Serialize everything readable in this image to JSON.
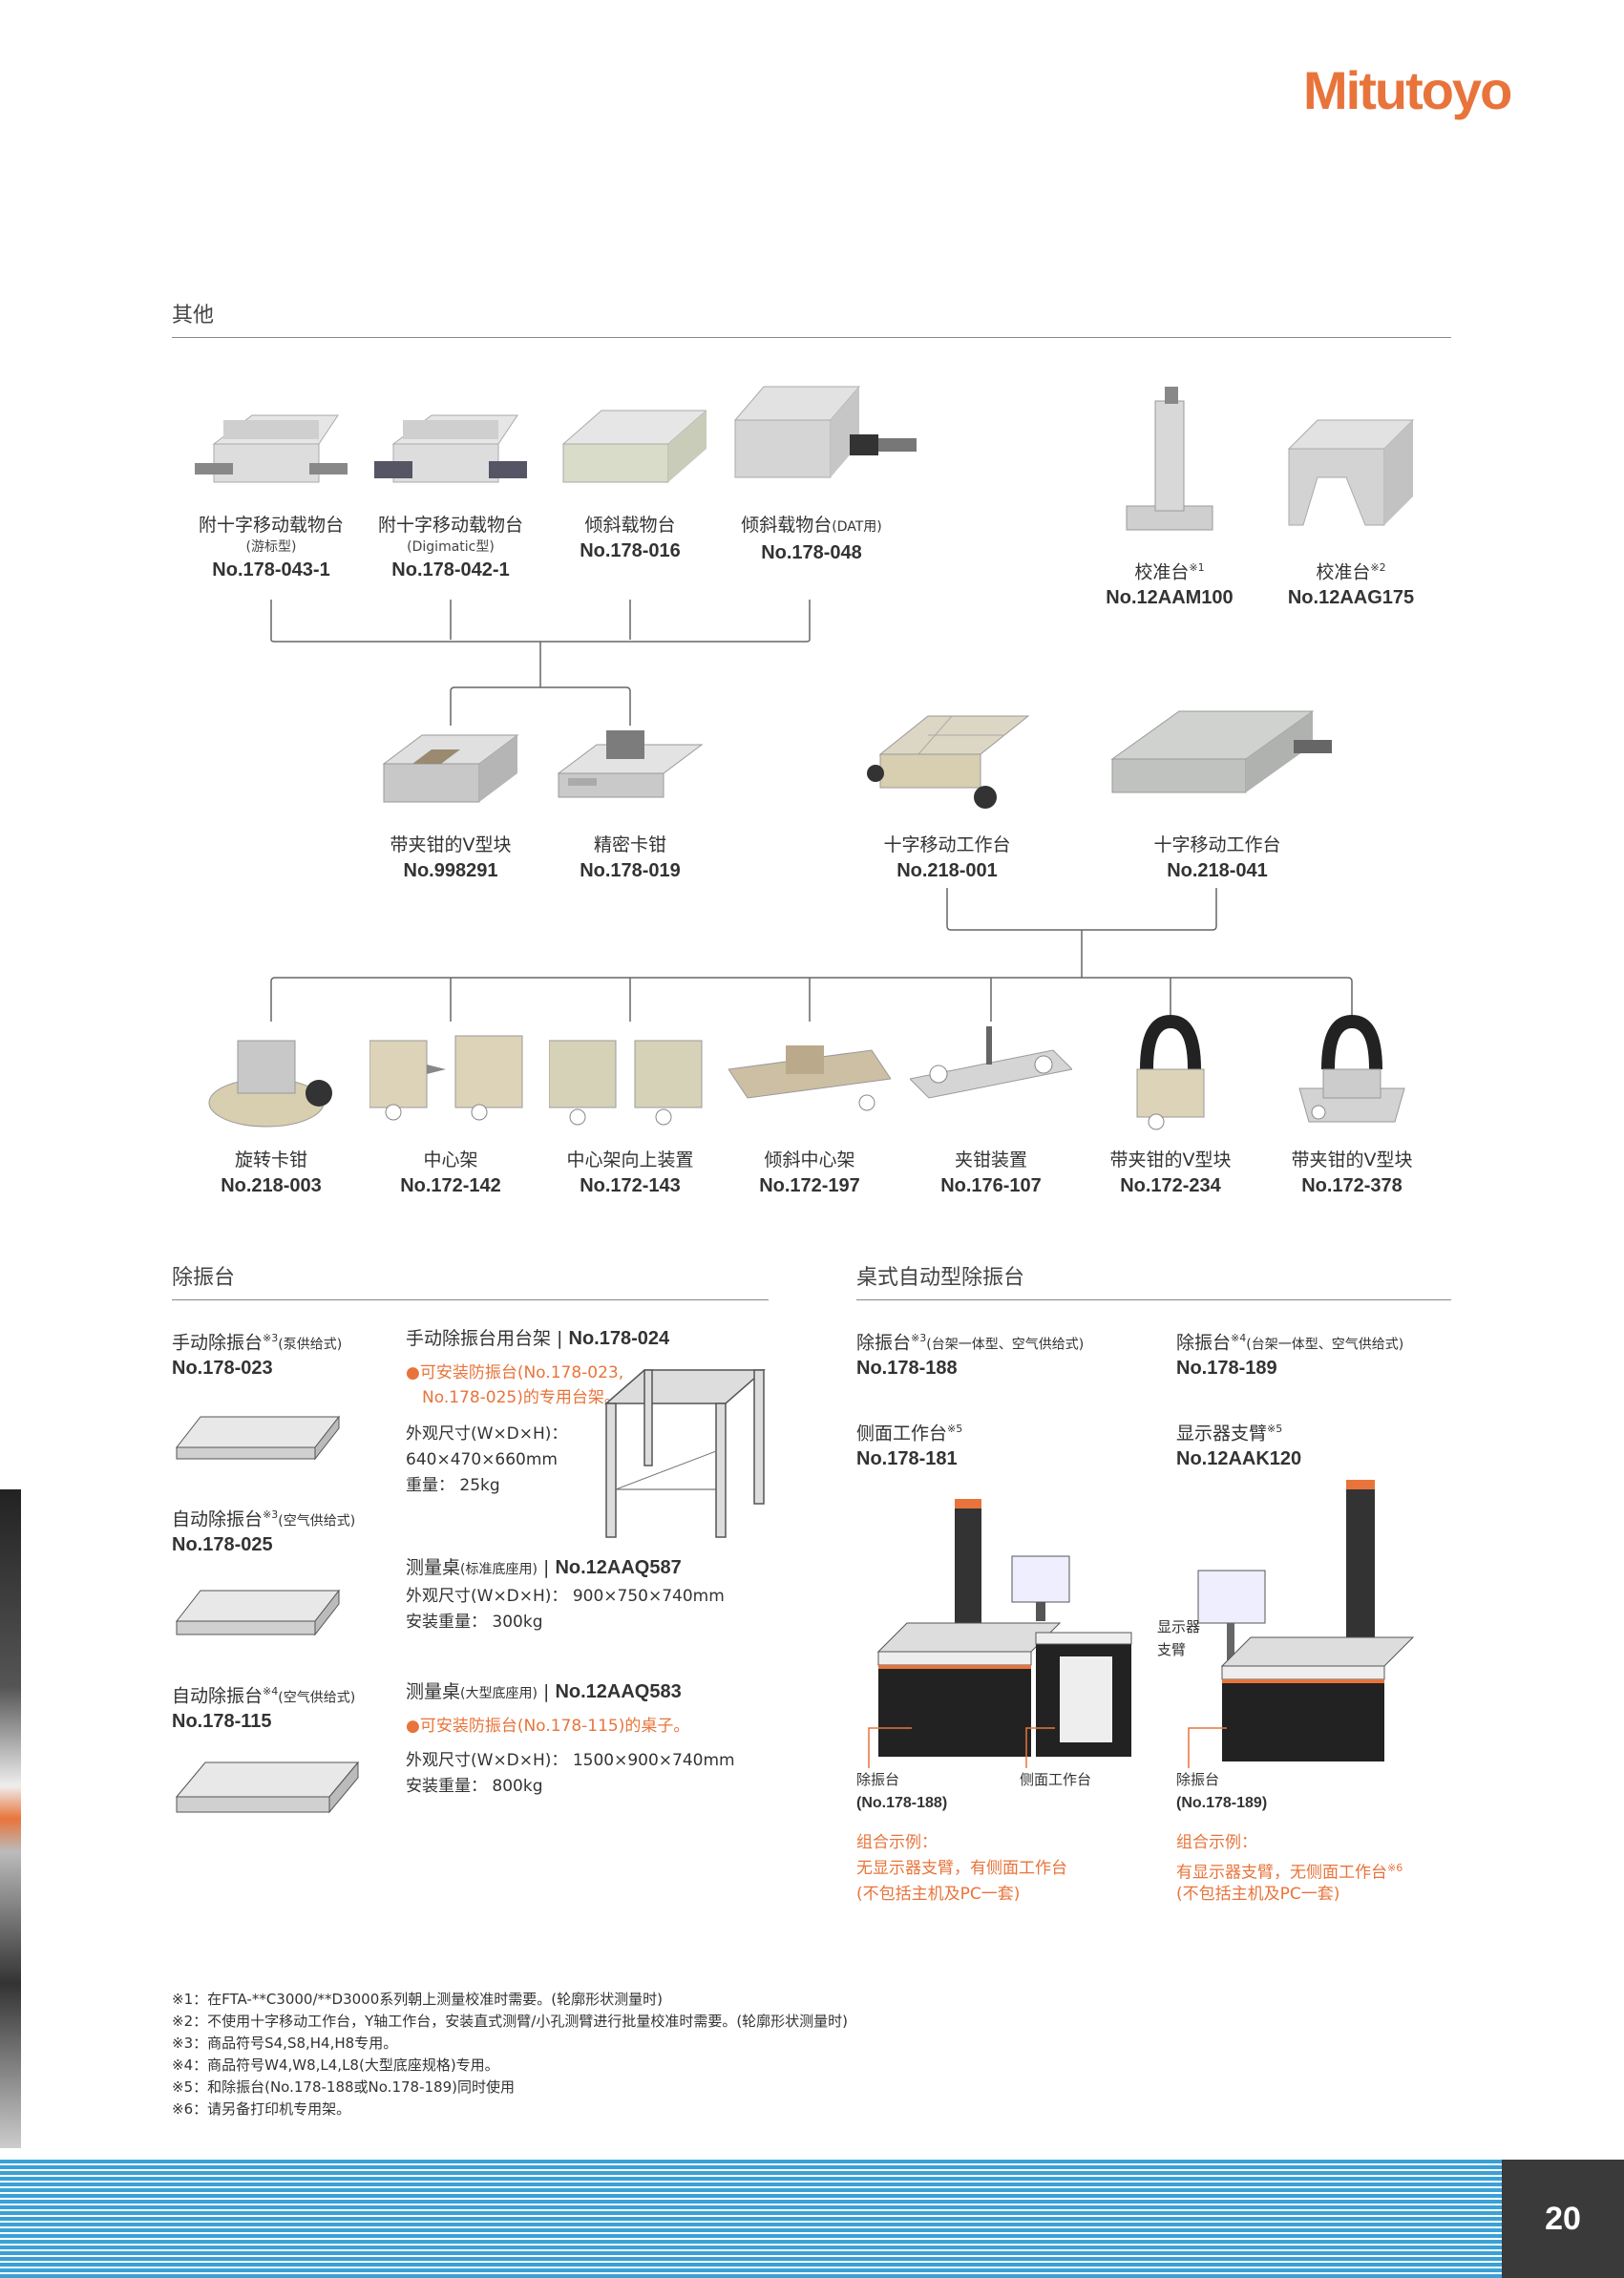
{
  "brand": {
    "logo": "Mitutoyo",
    "color": "#e8743b"
  },
  "page_number": "20",
  "section_other": {
    "title": "其他",
    "row1": [
      {
        "name": "附十字移动载物台",
        "sub": "(游标型)",
        "no": "No.178-043-1",
        "icon": "xy-stage-icon"
      },
      {
        "name": "附十字移动载物台",
        "sub": "(Digimatic型)",
        "no": "No.178-042-1",
        "icon": "xy-stage-digimatic-icon"
      },
      {
        "name": "倾斜载物台",
        "sub": "",
        "no": "No.178-016",
        "icon": "tilt-stage-icon"
      },
      {
        "name": "倾斜载物台",
        "sub_inline": "(DAT用)",
        "no": "No.178-048",
        "icon": "tilt-stage-dat-icon"
      }
    ],
    "calib": [
      {
        "name": "校准台",
        "mark": "※1",
        "no": "No.12AAM100",
        "icon": "calibration-stand-icon"
      },
      {
        "name": "校准台",
        "mark": "※2",
        "no": "No.12AAG175",
        "icon": "calibration-block-icon"
      }
    ],
    "row2": [
      {
        "name": "带夹钳的V型块",
        "no": "No.998291",
        "icon": "v-block-icon"
      },
      {
        "name": "精密卡钳",
        "no": "No.178-019",
        "icon": "precision-vise-icon"
      },
      {
        "name": "十字移动工作台",
        "no": "No.218-001",
        "icon": "xy-table-icon"
      },
      {
        "name": "十字移动工作台",
        "no": "No.218-041",
        "icon": "xy-table-long-icon"
      }
    ],
    "row3": [
      {
        "name": "旋转卡钳",
        "no": "No.218-003",
        "icon": "rotary-vise-icon"
      },
      {
        "name": "中心架",
        "no": "No.172-142",
        "icon": "center-support-icon"
      },
      {
        "name": "中心架向上装置",
        "no": "No.172-143",
        "icon": "center-riser-icon"
      },
      {
        "name": "倾斜中心架",
        "no": "No.172-197",
        "icon": "tilt-center-icon"
      },
      {
        "name": "夹钳装置",
        "no": "No.176-107",
        "icon": "clamp-unit-icon"
      },
      {
        "name": "带夹钳的V型块",
        "no": "No.172-234",
        "icon": "v-block-clamp-icon"
      },
      {
        "name": "带夹钳的V型块",
        "no": "No.172-378",
        "icon": "v-block-clamp-large-icon"
      }
    ]
  },
  "section_damper": {
    "title": "除振台",
    "manual": {
      "label": "手动除振台",
      "mark": "※3",
      "note": "(泵供给式)",
      "no": "No.178-023"
    },
    "auto1": {
      "label": "自动除振台",
      "mark": "※3",
      "note": "(空气供给式)",
      "no": "No.178-025"
    },
    "auto2": {
      "label": "自动除振台",
      "mark": "※4",
      "note": "(空气供给式)",
      "no": "No.178-115"
    },
    "stand": {
      "label": "手动除振台用台架",
      "no": "No.178-024",
      "orange1": "●可安装防振台(No.178-023,",
      "orange2": "No.178-025)的专用台架。",
      "dim_label": "外观尺寸(W×D×H)：",
      "dim": "640×470×660mm",
      "weight": "重量：  25kg"
    },
    "table_std": {
      "label": "测量桌",
      "note": "(标准底座用)",
      "no": "No.12AAQ587",
      "dim": "外观尺寸(W×D×H)：  900×750×740mm",
      "weight": "安装重量：  300kg"
    },
    "table_large": {
      "label": "测量桌",
      "note": "(大型底座用)",
      "no": "No.12AAQ583",
      "orange": "●可安装防振台(No.178-115)的桌子。",
      "dim": "外观尺寸(W×D×H)：  1500×900×740mm",
      "weight": "安装重量：  800kg"
    }
  },
  "section_auto": {
    "title": "桌式自动型除振台",
    "d188": {
      "label": "除振台",
      "mark": "※3",
      "note": "(台架一体型、空气供给式)",
      "no": "No.178-188"
    },
    "d189": {
      "label": "除振台",
      "mark": "※4",
      "note": "(台架一体型、空气供给式)",
      "no": "No.178-189"
    },
    "side": {
      "label": "侧面工作台",
      "mark": "※5",
      "no": "No.178-181"
    },
    "arm": {
      "label": "显示器支臂",
      "mark": "※5",
      "no": "No.12AAK120"
    },
    "left_callouts": {
      "damper": "除振台",
      "damper_no": "(No.178-188)",
      "side": "侧面工作台"
    },
    "right_callouts": {
      "arm1": "显示器",
      "arm2": "支臂",
      "damper": "除振台",
      "damper_no": "(No.178-189)"
    },
    "left_example": [
      "组合示例：",
      "无显示器支臂，有侧面工作台",
      "(不包括主机及PC一套)"
    ],
    "right_example": [
      "组合示例：",
      "有显示器支臂，无侧面工作台",
      "(不包括主机及PC一套)"
    ],
    "right_example_mark": "※6"
  },
  "footnotes": [
    "※1：在FTA-**C3000/**D3000系列朝上测量校准时需要。(轮廓形状测量时)",
    "※2：不使用十字移动工作台，Y轴工作台，安装直式测臂/小孔测臂进行批量校准时需要。(轮廓形状测量时)",
    "※3：商品符号S4,S8,H4,H8专用。",
    "※4：商品符号W4,W8,L4,L8(大型底座规格)专用。",
    "※5：和除振台(No.178-188或No.178-189)同时使用",
    "※6：请另备打印机专用架。"
  ]
}
